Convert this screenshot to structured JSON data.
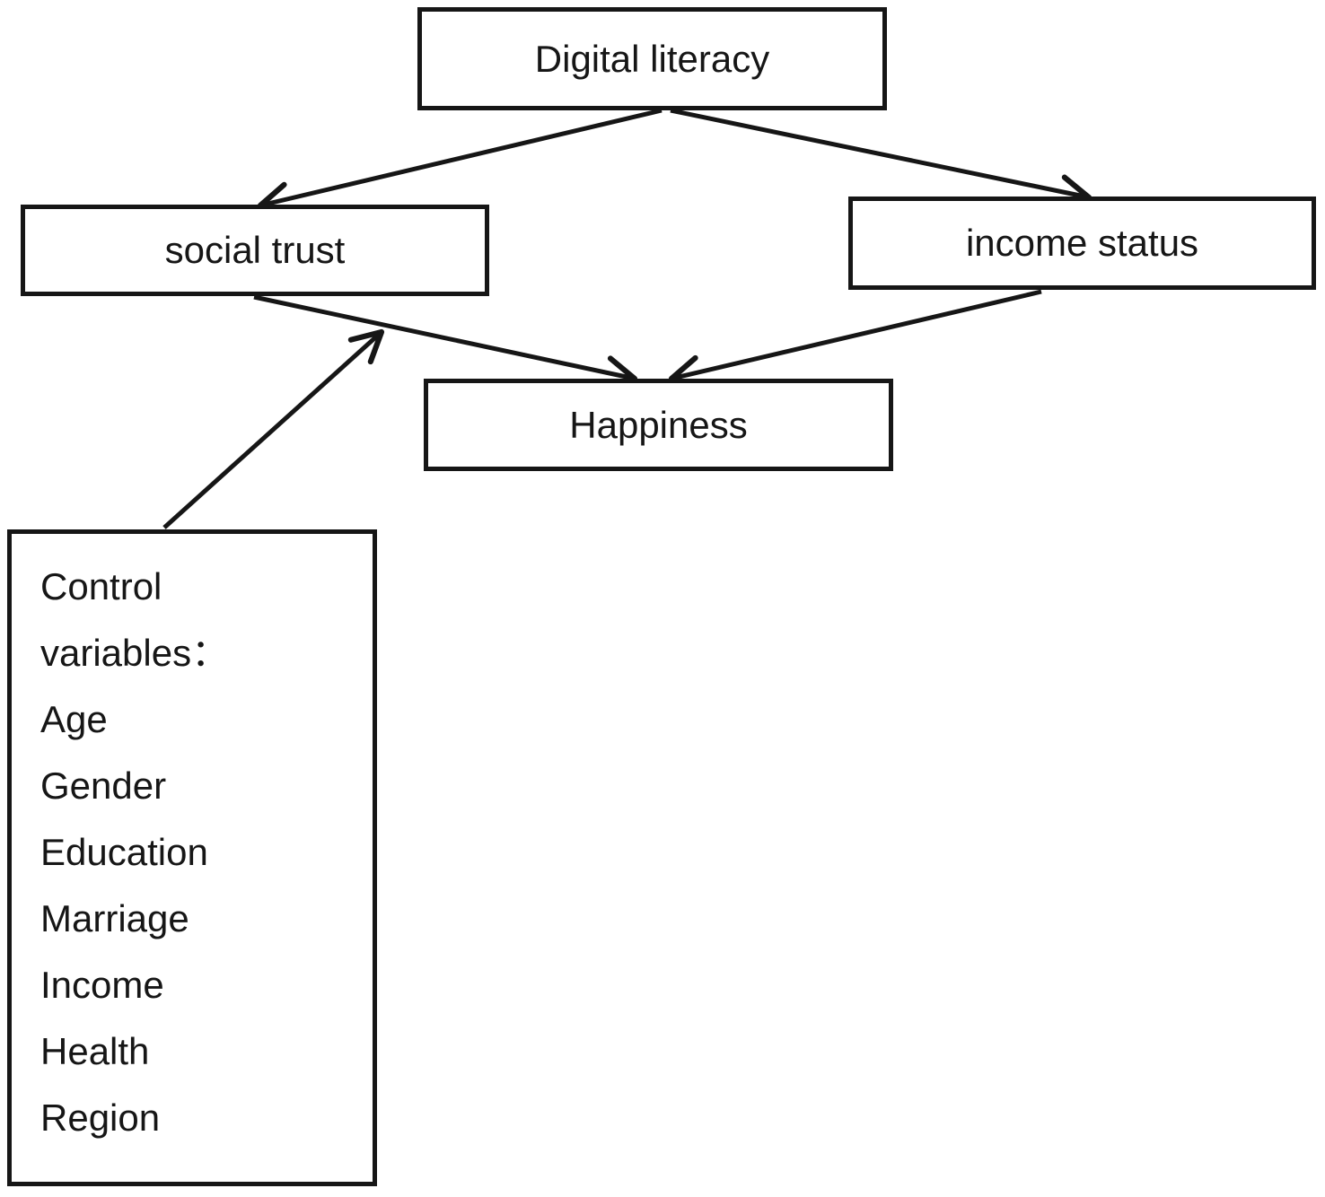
{
  "diagram": {
    "nodes": {
      "digital_literacy": {
        "label": "Digital literacy"
      },
      "social_trust": {
        "label": "social trust"
      },
      "income_status": {
        "label": "income status"
      },
      "happiness": {
        "label": "Happiness"
      },
      "control_variables": {
        "heading_line1": "Control",
        "heading_line2": "variables：",
        "items": [
          "Age",
          "Gender",
          "Education",
          "Marriage",
          "Income",
          "Health",
          "Region"
        ]
      }
    },
    "edges": [
      {
        "from": "Digital literacy",
        "to": "social trust"
      },
      {
        "from": "Digital literacy",
        "to": "income status"
      },
      {
        "from": "social trust",
        "to": "Happiness"
      },
      {
        "from": "income status",
        "to": "Happiness"
      },
      {
        "from": "Control variables",
        "to": "social trust"
      }
    ],
    "style": {
      "line_color": "#161616",
      "text_color": "#161616",
      "node_background": "#ffffff",
      "page_background": "#ffffff"
    }
  }
}
